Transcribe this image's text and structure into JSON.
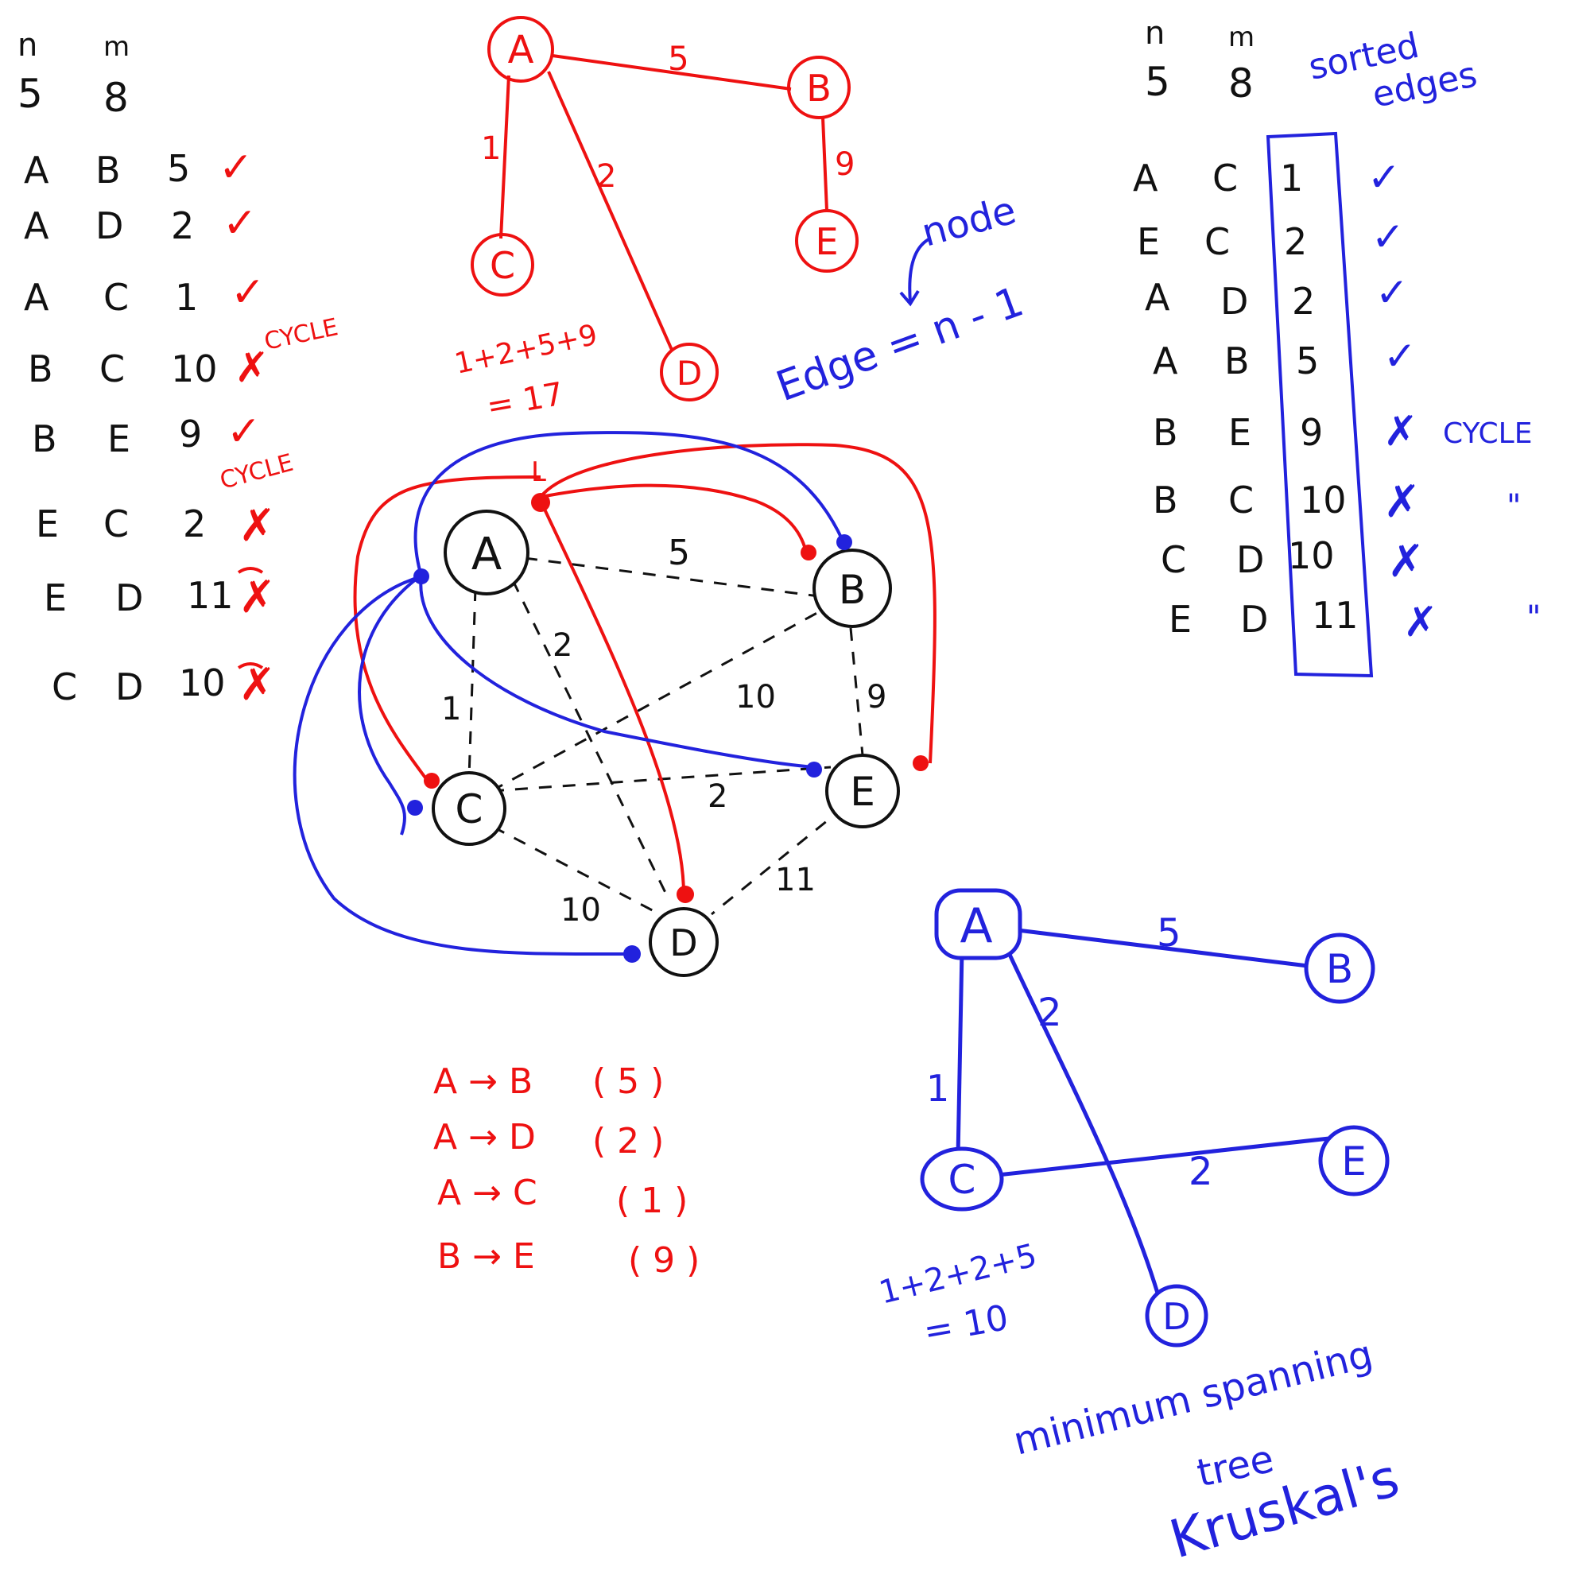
{
  "colors": {
    "black": "#111111",
    "red": "#ee1111",
    "blue": "#2222dd"
  },
  "left_panel": {
    "headers": {
      "n": "n",
      "m": "m",
      "n_value": "5",
      "m_value": "8"
    },
    "edges": [
      {
        "from": "A",
        "to": "B",
        "weight": "5",
        "mark": "✓",
        "note": ""
      },
      {
        "from": "A",
        "to": "D",
        "weight": "2",
        "mark": "✓",
        "note": ""
      },
      {
        "from": "A",
        "to": "C",
        "weight": "1",
        "mark": "✓",
        "note": ""
      },
      {
        "from": "B",
        "to": "C",
        "weight": "10",
        "mark": "✗",
        "note": "CYCLE"
      },
      {
        "from": "B",
        "to": "E",
        "weight": "9",
        "mark": "✓",
        "note": ""
      },
      {
        "from": "E",
        "to": "C",
        "weight": "2",
        "mark": "✗",
        "note": "CYCLE"
      },
      {
        "from": "E",
        "to": "D",
        "weight": "11",
        "mark": "✗",
        "note": ""
      },
      {
        "from": "C",
        "to": "D",
        "weight": "10",
        "mark": "✗",
        "note": ""
      }
    ]
  },
  "red_tree": {
    "nodes": [
      "A",
      "B",
      "C",
      "D",
      "E"
    ],
    "edge_labels": [
      "5",
      "1",
      "2",
      "9"
    ],
    "sum": "1+2+5+9",
    "total": "= 17"
  },
  "note": {
    "node_label": "node",
    "formula": "Edge = n - 1"
  },
  "main_graph": {
    "nodes": [
      "A",
      "B",
      "C",
      "D",
      "E"
    ],
    "edge_labels": [
      "5",
      "2",
      "1",
      "10",
      "9",
      "2",
      "10",
      "11"
    ],
    "top_mark": "L"
  },
  "red_list": [
    {
      "text": "A → B",
      "weight": "( 5 )"
    },
    {
      "text": "A → D",
      "weight": "( 2 )"
    },
    {
      "text": "A → C",
      "weight": "( 1 )"
    },
    {
      "text": "B → E",
      "weight": "( 9 )"
    }
  ],
  "right_panel": {
    "headers": {
      "n": "n",
      "m": "m",
      "n_value": "5",
      "m_value": "8"
    },
    "title": [
      "sorted",
      "edges"
    ],
    "edges": [
      {
        "from": "A",
        "to": "C",
        "weight": "1",
        "mark": "✓",
        "note": ""
      },
      {
        "from": "E",
        "to": "C",
        "weight": "2",
        "mark": "✓",
        "note": ""
      },
      {
        "from": "A",
        "to": "D",
        "weight": "2",
        "mark": "✓",
        "note": ""
      },
      {
        "from": "A",
        "to": "B",
        "weight": "5",
        "mark": "✓",
        "note": ""
      },
      {
        "from": "B",
        "to": "E",
        "weight": "9",
        "mark": "✗",
        "note": "CYCLE"
      },
      {
        "from": "B",
        "to": "C",
        "weight": "10",
        "mark": "✗",
        "note": "\""
      },
      {
        "from": "C",
        "to": "D",
        "weight": "10",
        "mark": "✗",
        "note": ""
      },
      {
        "from": "E",
        "to": "D",
        "weight": "11",
        "mark": "✗",
        "note": "\""
      }
    ]
  },
  "blue_tree": {
    "nodes": [
      "A",
      "B",
      "C",
      "D",
      "E"
    ],
    "edge_labels": [
      "5",
      "1",
      "2",
      "2"
    ],
    "sum": "1+2+2+5",
    "total": "= 10"
  },
  "caption": [
    "minimum spanning",
    "tree",
    "Kruskal's"
  ]
}
